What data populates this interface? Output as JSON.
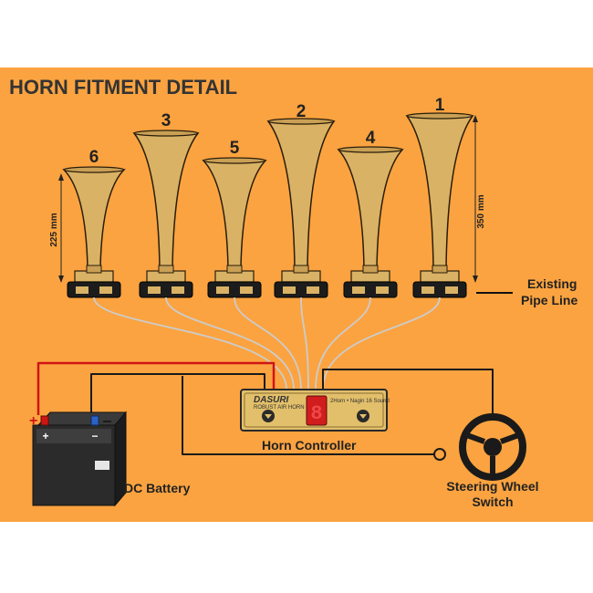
{
  "title": "HORN FITMENT DETAIL",
  "horns": [
    {
      "number": "6"
    },
    {
      "number": "3"
    },
    {
      "number": "5"
    },
    {
      "number": "2"
    },
    {
      "number": "4"
    },
    {
      "number": "1"
    }
  ],
  "dimensions": {
    "short": "225 mm",
    "tall": "350 mm"
  },
  "labels": {
    "pipe_line_1": "Existing",
    "pipe_line_2": "Pipe Line",
    "controller": "Horn Controller",
    "battery": "DC Battery",
    "steering_1": "Steering Wheel",
    "steering_2": "Switch",
    "positive": "+",
    "negative": "−"
  },
  "controller_panel": {
    "brand": "DASURI",
    "brand_sub": "ROBUST AIR HORN",
    "display": "8",
    "mode_text": "2Horn • Nagin 16 Sound"
  },
  "battery_panel": {
    "terminal_pos": "+",
    "terminal_neg": "−"
  },
  "colors": {
    "background": "#FBA340",
    "horn_fill": "#D9B265",
    "horn_stroke": "#2a1d0b",
    "positive_wire": "#D01414",
    "wire": "#1a1a1a",
    "tube": "#CCCCCC",
    "controller_body": "#E2BF6A",
    "display": "#D11D1D"
  }
}
